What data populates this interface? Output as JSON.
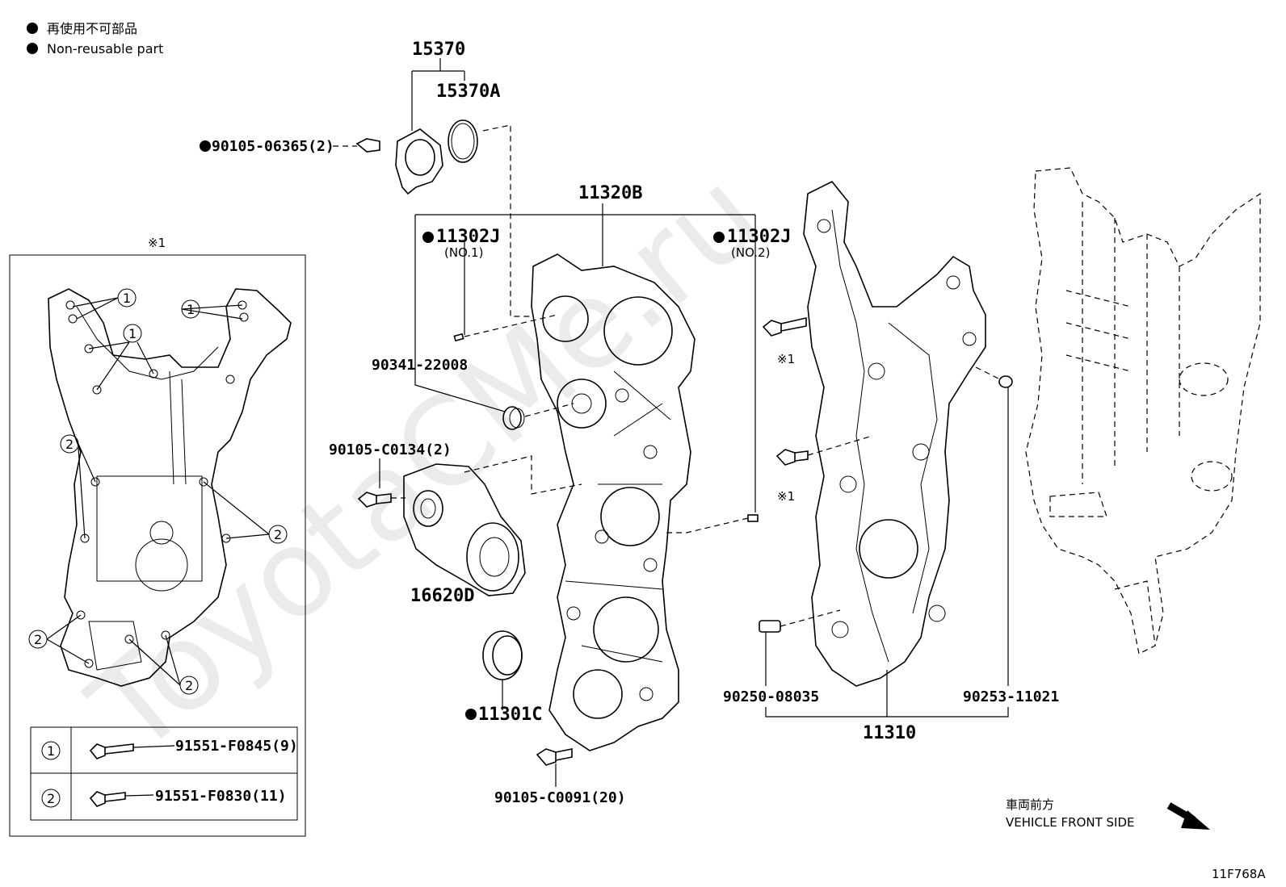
{
  "legend": {
    "japanese": "再使用不可部品",
    "english": "Non-reusable part"
  },
  "watermark": "ToyotaCMe.ru",
  "inset": {
    "marker": "※1",
    "callouts": [
      "1",
      "2"
    ],
    "table": [
      {
        "num": "1",
        "part": "91551-F0845(9)"
      },
      {
        "num": "2",
        "part": "91551-F0830(11)"
      }
    ]
  },
  "parts": {
    "p15370": "15370",
    "p15370A": "15370A",
    "p90105_06365": "90105-06365(2)",
    "p11320B": "11320B",
    "p11302J_a": "11302J",
    "p11302J_a_sub": "(NO.1)",
    "p11302J_b": "11302J",
    "p11302J_b_sub": "(NO.2)",
    "p90341": "90341-22008",
    "p90105_C0134": "90105-C0134(2)",
    "p16620D": "16620D",
    "p11301C": "11301C",
    "p90105_C0091": "90105-C0091(20)",
    "p90250": "90250-08035",
    "p90253": "90253-11021",
    "p11310": "11310",
    "ref1_a": "※1",
    "ref1_b": "※1"
  },
  "direction": {
    "japanese": "車両前方",
    "english": "VEHICLE FRONT SIDE"
  },
  "figure_id": "11F768A"
}
